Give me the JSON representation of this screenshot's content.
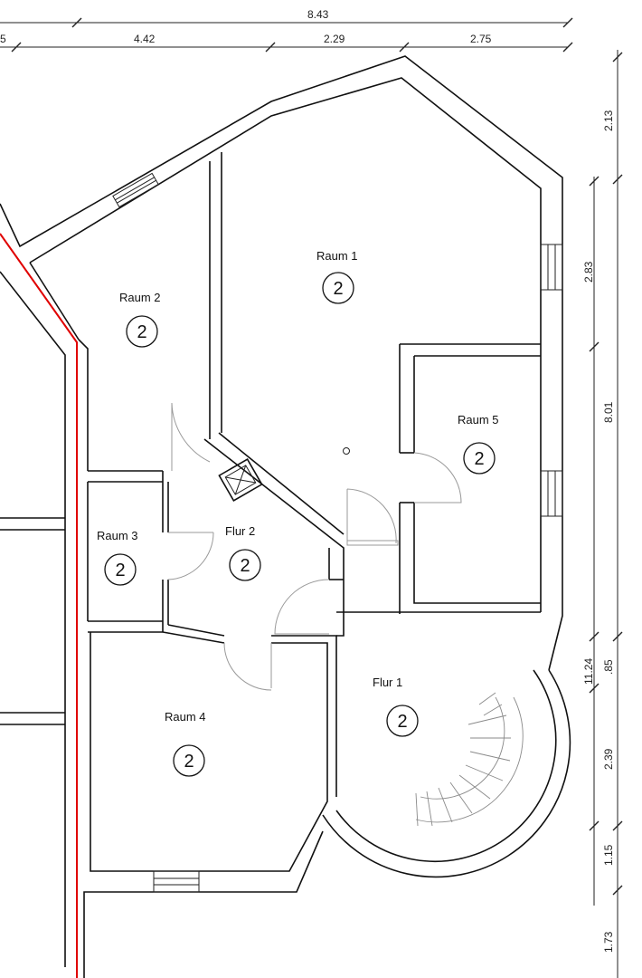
{
  "dimensions": {
    "top_total": "8.43",
    "top_left_partial": "5",
    "top_segments": [
      "4.42",
      "2.29",
      "2.75"
    ],
    "right_outer": [
      "2.13",
      "8.01",
      "11.24",
      "1.15",
      "1.73"
    ],
    "right_inner": [
      "2.83",
      ".85",
      "2.39"
    ]
  },
  "rooms": [
    {
      "id": "raum-1",
      "label": "Raum 1",
      "badge": "2"
    },
    {
      "id": "raum-2",
      "label": "Raum 2",
      "badge": "2"
    },
    {
      "id": "raum-3",
      "label": "Raum 3",
      "badge": "2"
    },
    {
      "id": "raum-4",
      "label": "Raum 4",
      "badge": "2"
    },
    {
      "id": "raum-5",
      "label": "Raum 5",
      "badge": "2"
    },
    {
      "id": "flur-2",
      "label": "Flur 2",
      "badge": "2"
    },
    {
      "id": "flur-1",
      "label": "Flur 1",
      "badge": "2"
    }
  ],
  "colors": {
    "walls": "#111111",
    "boundary": "#e00000",
    "doors": "#9a9a9a"
  }
}
